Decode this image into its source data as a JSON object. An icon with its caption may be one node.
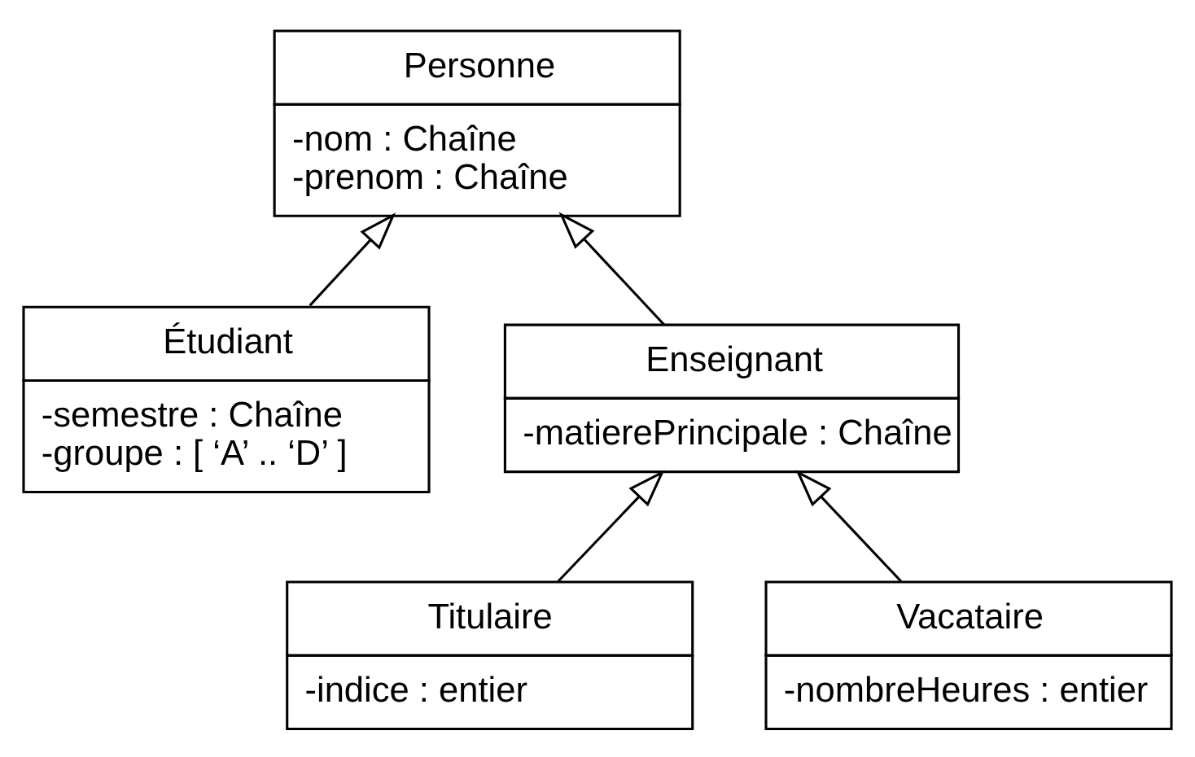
{
  "diagram": {
    "nodes": [
      {
        "text": [
          "Personne",
          "-nom : Chaîne",
          "-prenom : Chaîne"
        ]
      },
      {
        "text": [
          "Étudiant",
          "-semestre : Chaîne",
          "-groupe : [ ‘A’ .. ‘D’ ]"
        ]
      },
      {
        "text": [
          "Enseignant",
          "-matierePrincipale : Chaîne"
        ]
      },
      {
        "text": [
          "Titulaire",
          "-indice : entier"
        ]
      },
      {
        "text": [
          "Vacataire",
          "-nombreHeures : entier"
        ]
      }
    ],
    "edges": [
      {
        "from": 1,
        "to": 0,
        "arrow": "to"
      },
      {
        "from": 2,
        "to": 0,
        "arrow": "to"
      },
      {
        "from": 3,
        "to": 2,
        "arrow": "to"
      },
      {
        "from": 4,
        "to": 2,
        "arrow": "to"
      }
    ]
  }
}
